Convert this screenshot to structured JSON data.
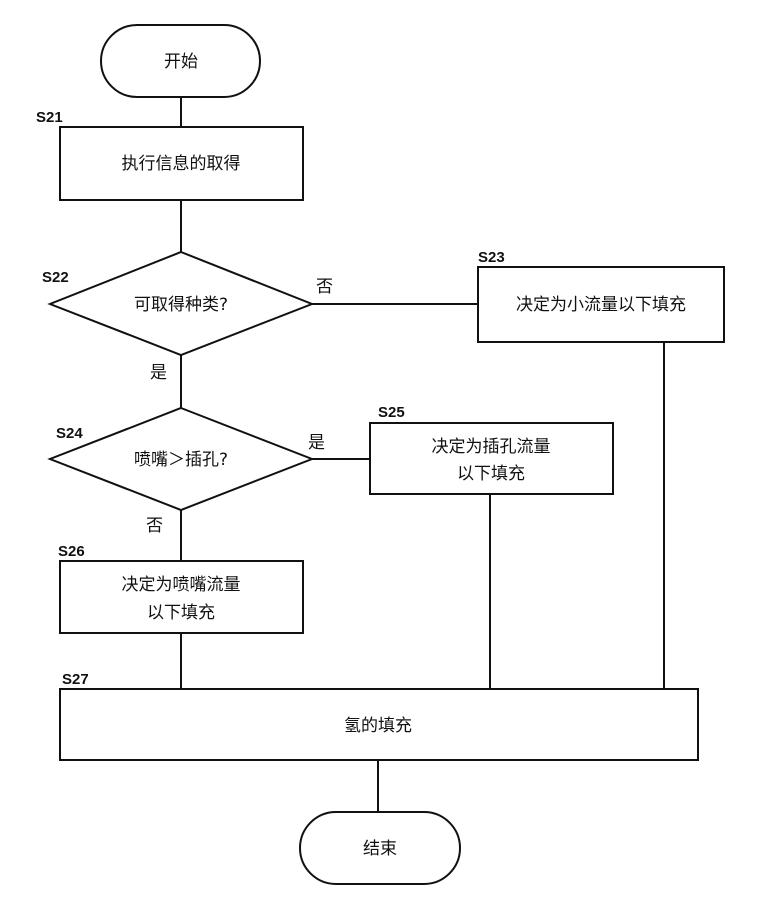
{
  "start": "开始",
  "end": "结束",
  "steps": {
    "s21": {
      "id": "S21",
      "text": "执行信息的取得"
    },
    "s22": {
      "id": "S22",
      "text": "可取得种类?"
    },
    "s23": {
      "id": "S23",
      "text": "决定为小流量以下填充"
    },
    "s24": {
      "id": "S24",
      "text": "喷嘴＞插孔?"
    },
    "s25": {
      "id": "S25",
      "line1": "决定为插孔流量",
      "line2": "以下填充"
    },
    "s26": {
      "id": "S26",
      "line1": "决定为喷嘴流量",
      "line2": "以下填充"
    },
    "s27": {
      "id": "S27",
      "text": "氢的填充"
    }
  },
  "branches": {
    "s22_no": "否",
    "s22_yes": "是",
    "s24_yes": "是",
    "s24_no": "否"
  }
}
